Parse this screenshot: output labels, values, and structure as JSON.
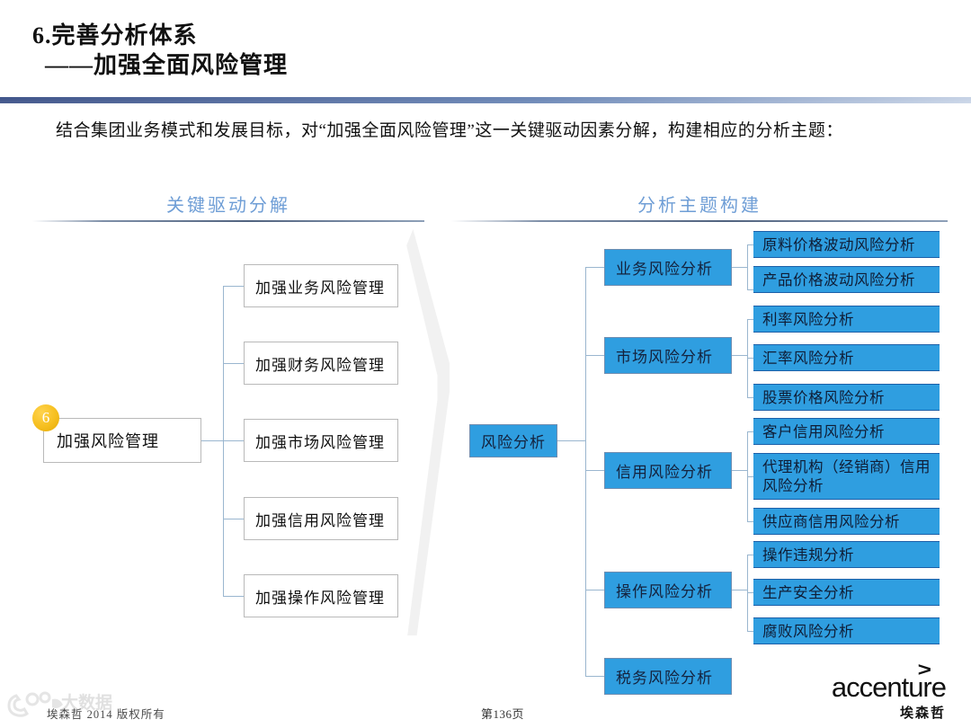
{
  "slide": {
    "title_line1": "6.完善分析体系",
    "title_line2": "——加强全面风险管理",
    "lead_text": "结合集团业务模式和发展目标，对“加强全面风险管理”这一关键驱动因素分解，构建相应的分析主题："
  },
  "columns": {
    "left_heading": "关键驱动分解",
    "right_heading": "分析主题构建"
  },
  "left_tree": {
    "badge": "6",
    "root": "加强风险管理",
    "children": [
      {
        "label": "加强业务风险管理"
      },
      {
        "label": "加强财务风险管理"
      },
      {
        "label": "加强市场风险管理"
      },
      {
        "label": "加强信用风险管理"
      },
      {
        "label": "加强操作风险管理"
      }
    ]
  },
  "right_tree": {
    "root": "风险分析",
    "branches": [
      {
        "label": "业务风险分析",
        "leaves": [
          "原料价格波动风险分析",
          "产品价格波动风险分析"
        ]
      },
      {
        "label": "市场风险分析",
        "leaves": [
          "利率风险分析",
          "汇率风险分析",
          "股票价格风险分析"
        ]
      },
      {
        "label": "信用风险分析",
        "leaves": [
          "客户信用风险分析",
          "代理机构（经销商）信用风险分析",
          "供应商信用风险分析"
        ]
      },
      {
        "label": "操作风险分析",
        "leaves": [
          "操作违规分析",
          "生产安全分析",
          "腐败风险分析"
        ]
      },
      {
        "label": "税务风险分析",
        "leaves": []
      }
    ]
  },
  "footer": {
    "copyright": "埃森哲 2014 版权所有",
    "page_number": "第136页",
    "logo_word": "accenture",
    "logo_arrow": ">",
    "logo_cn": "埃森哲"
  },
  "colors": {
    "node_blue": "#2f9ee0",
    "heading_blue": "#6f9ed6",
    "badge_gold": "#f6bf1f",
    "connector": "#9ab6cf",
    "rule_blue": "#41558a"
  }
}
